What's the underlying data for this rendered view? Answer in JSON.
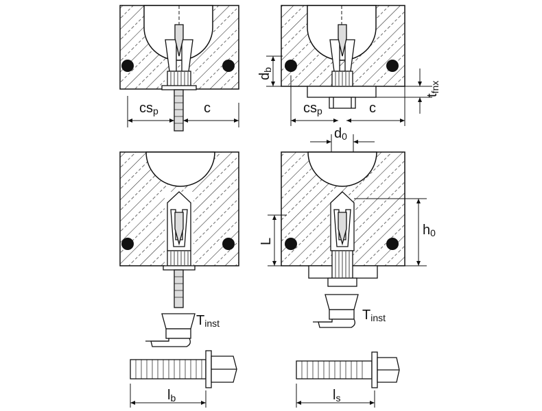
{
  "labels": {
    "csp_1": "cs",
    "csp_1_sub": "p",
    "c_1": "c",
    "csp_2": "cs",
    "csp_2_sub": "p",
    "c_2": "c",
    "db": "d",
    "db_sub": "b",
    "tfnx": "t",
    "tfnx_sub": "fnx",
    "d0": "d",
    "d0_sub": "0",
    "L": "L",
    "h0": "h",
    "h0_sub": "0",
    "tinst_1": "T",
    "tinst_1_sub": "inst",
    "tinst_2": "T",
    "tinst_2_sub": "inst",
    "lb": "l",
    "lb_sub": "b",
    "ls": "l",
    "ls_sub": "s"
  }
}
